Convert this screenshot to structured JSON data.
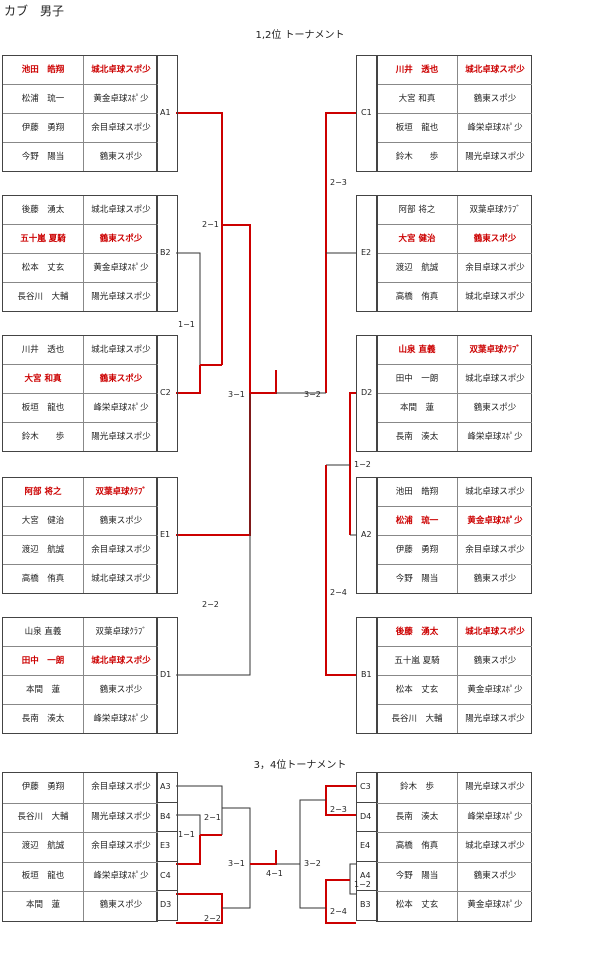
{
  "title": "カブ　男子",
  "section1": {
    "title": "1,2位 トーナメント"
  },
  "section2": {
    "title": "3，4位トーナメント"
  },
  "left": [
    {
      "seed": "A1",
      "rows": [
        {
          "name": "池田　皓翔",
          "club": "城北卓球スポ少",
          "win": true
        },
        {
          "name": "松浦　琉一",
          "club": "黄金卓球ｽﾎﾟ少"
        },
        {
          "name": "伊藤　勇翔",
          "club": "余目卓球スポ少"
        },
        {
          "name": "今野　陽当",
          "club": "鶴東スポ少"
        }
      ]
    },
    {
      "seed": "B2",
      "rows": [
        {
          "name": "後藤　湧太",
          "club": "城北卓球スポ少"
        },
        {
          "name": "五十嵐 夏騎",
          "club": "鶴東スポ少",
          "win": true
        },
        {
          "name": "松本　丈玄",
          "club": "黄金卓球ｽﾎﾟ少"
        },
        {
          "name": "長谷川　大輔",
          "club": "陽光卓球スポ少"
        }
      ]
    },
    {
      "seed": "C2",
      "rows": [
        {
          "name": "川井　透也",
          "club": "城北卓球スポ少"
        },
        {
          "name": "大宮 和真",
          "club": "鶴東スポ少",
          "win": true
        },
        {
          "name": "板垣　龍也",
          "club": "峰栄卓球ｽﾎﾟ少"
        },
        {
          "name": "鈴木　　歩",
          "club": "陽光卓球スポ少"
        }
      ]
    },
    {
      "seed": "E1",
      "rows": [
        {
          "name": "阿部 将之",
          "club": "双葉卓球ｸﾗﾌﾞ",
          "win": true
        },
        {
          "name": "大宮　健治",
          "club": "鶴東スポ少"
        },
        {
          "name": "渡辺　航誠",
          "club": "余目卓球スポ少"
        },
        {
          "name": "高橋　侑真",
          "club": "城北卓球スポ少"
        }
      ]
    },
    {
      "seed": "D1",
      "rows": [
        {
          "name": "山泉 直義",
          "club": "双葉卓球ｸﾗﾌﾞ"
        },
        {
          "name": "田中　一朗",
          "club": "城北卓球スポ少",
          "win": true
        },
        {
          "name": "本間　蓮",
          "club": "鶴東スポ少"
        },
        {
          "name": "長南　湊太",
          "club": "峰栄卓球ｽﾎﾟ少"
        }
      ]
    }
  ],
  "right": [
    {
      "seed": "C1",
      "rows": [
        {
          "name": "川井　透也",
          "club": "城北卓球スポ少",
          "win": true
        },
        {
          "name": "大宮 和真",
          "club": "鶴東スポ少"
        },
        {
          "name": "板垣　龍也",
          "club": "峰栄卓球ｽﾎﾟ少"
        },
        {
          "name": "鈴木　　歩",
          "club": "陽光卓球スポ少"
        }
      ]
    },
    {
      "seed": "E2",
      "rows": [
        {
          "name": "阿部 将之",
          "club": "双葉卓球ｸﾗﾌﾞ"
        },
        {
          "name": "大宮 健治",
          "club": "鶴東スポ少",
          "win": true
        },
        {
          "name": "渡辺　航誠",
          "club": "余目卓球スポ少"
        },
        {
          "name": "高橋　侑真",
          "club": "城北卓球スポ少"
        }
      ]
    },
    {
      "seed": "D2",
      "rows": [
        {
          "name": "山泉 直義",
          "club": "双葉卓球ｸﾗﾌﾞ",
          "win": true
        },
        {
          "name": "田中　一朗",
          "club": "城北卓球スポ少"
        },
        {
          "name": "本間　蓮",
          "club": "鶴東スポ少"
        },
        {
          "name": "長南　湊太",
          "club": "峰栄卓球ｽﾎﾟ少"
        }
      ]
    },
    {
      "seed": "A2",
      "rows": [
        {
          "name": "池田　皓翔",
          "club": "城北卓球スポ少"
        },
        {
          "name": "松浦　琉一",
          "club": "黄金卓球ｽﾎﾟ少",
          "win": true
        },
        {
          "name": "伊藤　勇翔",
          "club": "余目卓球スポ少"
        },
        {
          "name": "今野　陽当",
          "club": "鶴東スポ少"
        }
      ]
    },
    {
      "seed": "B1",
      "rows": [
        {
          "name": "後藤　湧太",
          "club": "城北卓球スポ少",
          "win": true
        },
        {
          "name": "五十嵐 夏騎",
          "club": "鶴東スポ少"
        },
        {
          "name": "松本　丈玄",
          "club": "黄金卓球ｽﾎﾟ少"
        },
        {
          "name": "長谷川　大輔",
          "club": "陽光卓球スポ少"
        }
      ]
    }
  ],
  "matches1": {
    "m1": "2−1",
    "m2": "1−1",
    "m3": "3−1",
    "m4": "2−2",
    "m5": "2−3",
    "m6": "3−2",
    "m7": "1−2",
    "m8": "2−4"
  },
  "left2": [
    {
      "seed": "A3",
      "name": "伊藤　勇翔",
      "club": "余目卓球スポ少"
    },
    {
      "seed": "B4",
      "name": "長谷川　大輔",
      "club": "陽光卓球スポ少"
    },
    {
      "seed": "E3",
      "name": "渡辺　航誠",
      "club": "余目卓球スポ少"
    },
    {
      "seed": "C4",
      "name": "板垣　龍也",
      "club": "峰栄卓球ｽﾎﾟ少"
    },
    {
      "seed": "D3",
      "name": "本間　蓮",
      "club": "鶴東スポ少"
    }
  ],
  "right2": [
    {
      "seed": "C3",
      "name": "鈴木　歩",
      "club": "陽光卓球スポ少"
    },
    {
      "seed": "D4",
      "name": "長南　湊太",
      "club": "峰栄卓球ｽﾎﾟ少"
    },
    {
      "seed": "E4",
      "name": "高橋　侑真",
      "club": "城北卓球スポ少"
    },
    {
      "seed": "A4",
      "name": "今野　陽当",
      "club": "鶴東スポ少"
    },
    {
      "seed": "B3",
      "name": "松本　丈玄",
      "club": "黄金卓球ｽﾎﾟ少"
    }
  ],
  "matches2": {
    "m1": "1−1",
    "m2": "2−1",
    "m3": "3−1",
    "m4": "2−2",
    "m5": "4−1",
    "m6": "3−2",
    "m7": "2−3",
    "m8": "1−2",
    "m9": "2−4"
  }
}
